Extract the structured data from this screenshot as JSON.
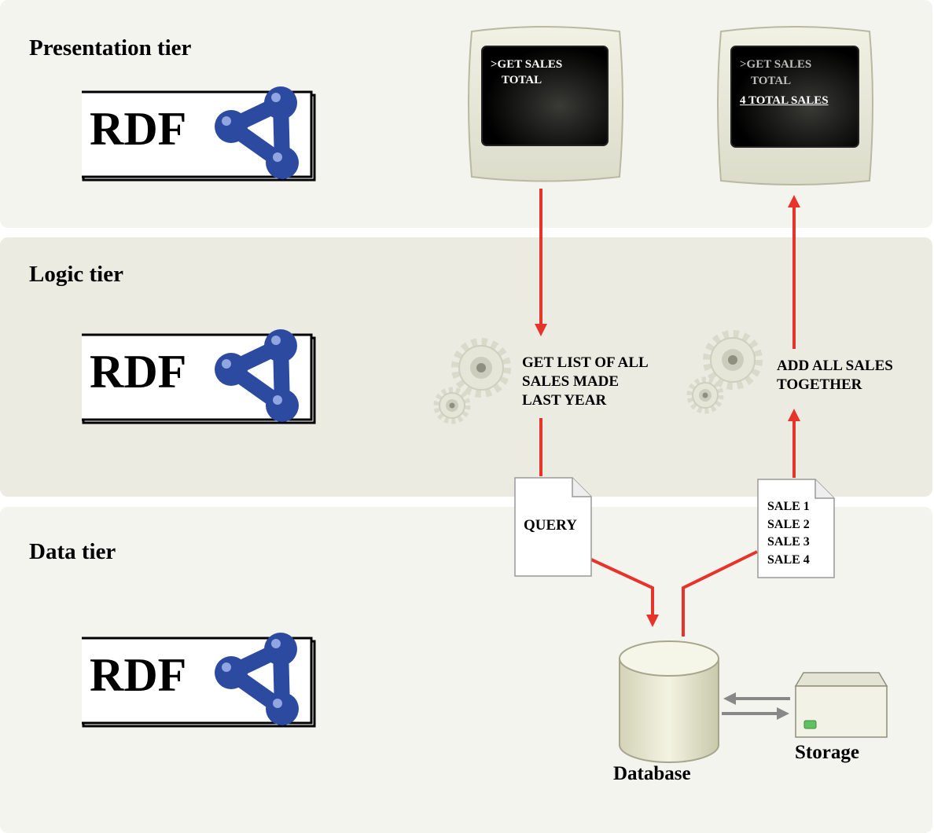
{
  "tiers": {
    "presentation": "Presentation tier",
    "logic": "Logic tier",
    "data": "Data tier"
  },
  "logo": {
    "text": "RDF",
    "icon": "rdf-graph-icon",
    "color": "#2b4aa0"
  },
  "screens": {
    "request": {
      "line1": ">GET SALES",
      "line2": "TOTAL"
    },
    "response": {
      "line1": ">GET SALES",
      "line2": "TOTAL",
      "result": "4 TOTAL SALES"
    }
  },
  "logic_steps": {
    "query_step": [
      "GET LIST OF ALL",
      "SALES MADE",
      "LAST YEAR"
    ],
    "sum_step": [
      "ADD ALL SALES",
      "TOGETHER"
    ]
  },
  "documents": {
    "query": "QUERY",
    "results": [
      "SALE 1",
      "SALE 2",
      "SALE 3",
      "SALE 4"
    ]
  },
  "data_components": {
    "database": "Database",
    "storage": "Storage"
  },
  "colors": {
    "flow_arrow": "#e8332b",
    "storage_arrow": "#888888"
  }
}
